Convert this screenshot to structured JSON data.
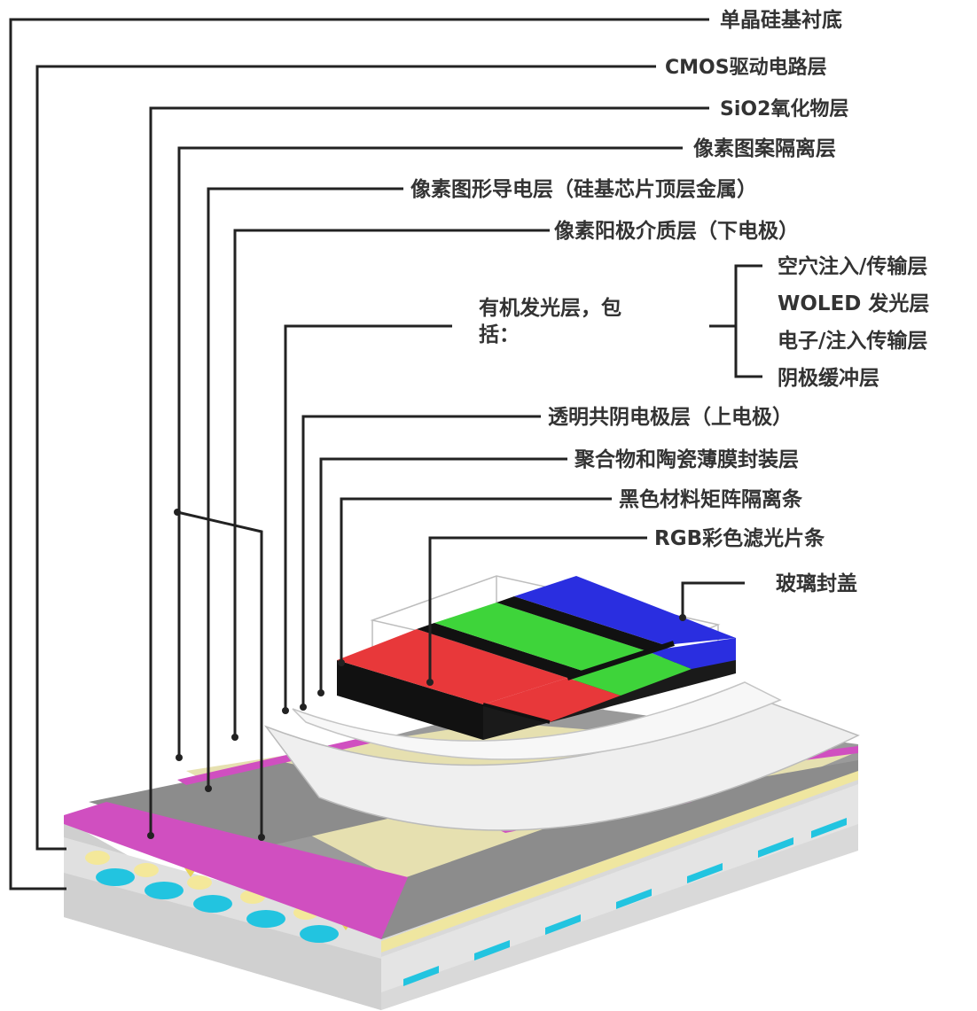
{
  "labels": {
    "substrate": "单晶硅基衬底",
    "cmos": "CMOS驱动电路层",
    "sio2": "SiO2氧化物层",
    "pixel_isolation": "像素图案隔离层",
    "pixel_conductive": "像素图形导电层（硅基芯片顶层金属）",
    "pixel_anode": "像素阳极介质层（下电极）",
    "organic_line1": "有机发光层，包",
    "organic_line2": "括：",
    "sublayers": [
      "空穴注入/传输层",
      "WOLED 发光层",
      "电子/注入传输层",
      "阴极缓冲层"
    ],
    "cathode": "透明共阴电极层（上电极）",
    "encapsulation": "聚合物和陶瓷薄膜封装层",
    "black_matrix": "黑色材料矩阵隔离条",
    "rgb_filter": "RGB彩色滤光片条",
    "glass_cover": "玻璃封盖"
  },
  "colors": {
    "red": "#e8383a",
    "green": "#3ed43a",
    "blue": "#2a2ee0",
    "black": "#111111",
    "magenta": "#d04fc0",
    "grey": "#8c8c8c",
    "beige": "#e6e0b0",
    "cyan": "#22c4e0",
    "yellow": "#e8d45a"
  }
}
